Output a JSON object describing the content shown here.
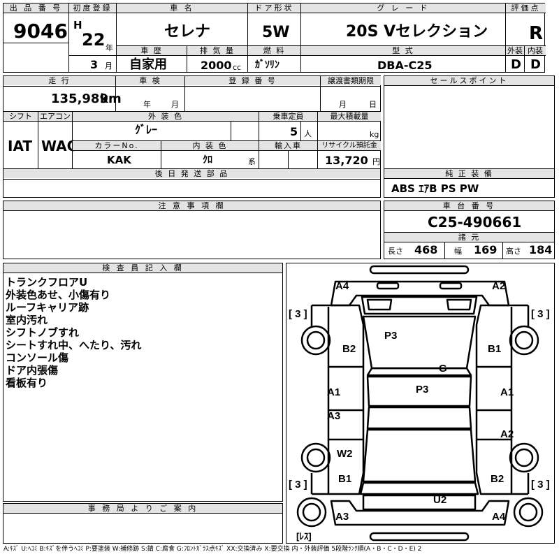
{
  "header": {
    "lot_label": "出 品 番 号",
    "lot_number": "9046",
    "first_reg_label": "初度登録",
    "era": "H",
    "year": "22",
    "year_unit": "年",
    "month": "3",
    "month_unit": "月",
    "model_label": "車 名",
    "model_name": "セレナ",
    "door_label": "ドア形状",
    "door_type": "5W",
    "grade_label": "グ レ ー ド",
    "grade": "20S Vセレクション",
    "score_label": "評価点",
    "score": "R",
    "history_label": "車 歴",
    "history": "自家用",
    "displacement_label": "排 気 量",
    "displacement": "2000",
    "displacement_unit": "cc",
    "fuel_label": "燃 料",
    "fuel": "ｶﾞｿﾘﾝ",
    "type_label": "型 式",
    "type_code": "DBA-C25",
    "ext_label": "外装",
    "ext_score": "D",
    "int_label": "内装",
    "int_score": "D"
  },
  "middle": {
    "mileage_label": "走 行",
    "mileage": "135,989",
    "mileage_unit": "km",
    "inspection_label": "車 検",
    "insp_year_unit": "年",
    "insp_month_unit": "月",
    "reg_label": "登 録 番 号",
    "transfer_label": "譲渡書類期限",
    "transfer_month_unit": "月",
    "transfer_day_unit": "日",
    "shift_label": "シフト",
    "shift": "IAT",
    "ac_label": "エアコン",
    "ac": "WAC",
    "color_label": "外 装 色",
    "color": "ｸﾞﾚｰ",
    "capacity_label": "乗車定員",
    "capacity": "5",
    "capacity_unit": "人",
    "load_label": "最大積載量",
    "load_unit": "kg",
    "color_no_label": "カラーNo.",
    "color_no": "KAK",
    "int_color_label": "内 装 色",
    "int_color": "ｸﾛ",
    "int_color_suffix": "系",
    "import_label": "輸入車",
    "recycle_label": "リサイクル預託金",
    "recycle": "13,720",
    "recycle_unit": "円",
    "later_parts_label": "後 日 発 送 部 品",
    "sales_points_label": "セールスポイント",
    "equipment_label": "純 正 装 備",
    "equipment": "ABS ｴｱB PS PW",
    "caution_label": "注 意 事 項 欄",
    "chassis_label": "車 台 番 号",
    "chassis": "C25-490661",
    "specs_label": "諸 元",
    "length_label": "長さ",
    "length": "468",
    "width_label": "幅",
    "width": "169",
    "height_label": "高さ",
    "height": "184"
  },
  "inspector": {
    "label": "検 査 員 記 入 欄",
    "notes": [
      "トランクフロアU",
      "外装色あせ、小傷有り",
      "ルーフキャリア跡",
      "室内汚れ",
      "シフトノブすれ",
      "シートすれ中、へたり、汚れ",
      "コンソール傷",
      "ドア内張傷",
      "看板有り"
    ]
  },
  "office": {
    "label": "事 務 局 よ り ご 案 内"
  },
  "diagram": {
    "marks": [
      "A4",
      "A2",
      "[ 3 ]",
      "[ 3 ]",
      "P3",
      "B2",
      "B1",
      "G",
      "P3",
      "A1",
      "A1",
      "A3",
      "A2",
      "W2",
      "[ 3 ]",
      "B1",
      "[ 3 ]",
      "B2",
      "U2",
      "A3",
      "A4",
      "[ﾚｽ]"
    ]
  },
  "legend": "A:ｷｽﾞ U:ﾍｺﾐ B:ｷｽﾞを伴うﾍｺﾐ P:要塗装 W:補修跡 S:錆 C:腐食 G:ﾌﾛﾝﾄｶﾞﾗｽ点ｷｽﾞ XX:交換済み X:要交換 内・外装評価 5段階ﾗﾝｸ順(A・B・C・D・E) 2"
}
